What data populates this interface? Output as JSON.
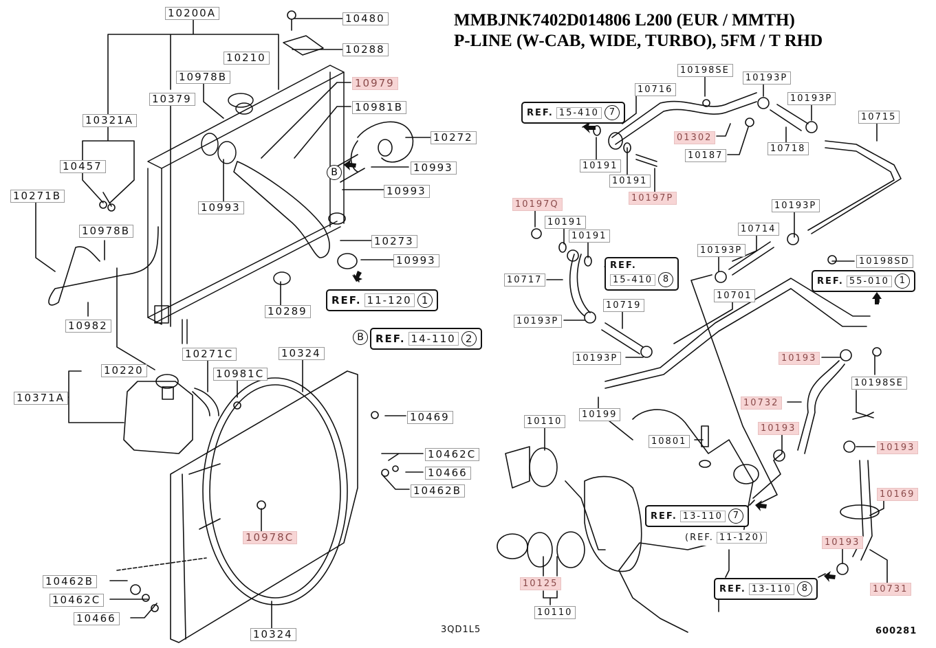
{
  "header": {
    "line1": "MMBJNK7402D014806 L200 (EUR / MMTH)",
    "line2": "P-LINE (W-CAB, WIDE, TURBO), 5FM / T RHD"
  },
  "colors": {
    "highlight_bg": "#f7d5d5",
    "highlight_text": "#8a4a4a",
    "line": "#111111"
  },
  "part_labels": [
    {
      "id": "10200A",
      "highlighted": false
    },
    {
      "id": "10480",
      "highlighted": false
    },
    {
      "id": "10288",
      "highlighted": false
    },
    {
      "id": "10210",
      "highlighted": false
    },
    {
      "id": "10978B",
      "highlighted": false
    },
    {
      "id": "10379",
      "highlighted": false
    },
    {
      "id": "10979",
      "highlighted": true
    },
    {
      "id": "10981B",
      "highlighted": false
    },
    {
      "id": "10321A",
      "highlighted": false
    },
    {
      "id": "10272",
      "highlighted": false
    },
    {
      "id": "10457",
      "highlighted": false
    },
    {
      "id": "10993",
      "highlighted": false
    },
    {
      "id": "10993",
      "highlighted": false
    },
    {
      "id": "10993",
      "highlighted": false
    },
    {
      "id": "10271B",
      "highlighted": false
    },
    {
      "id": "10978B",
      "highlighted": false
    },
    {
      "id": "10273",
      "highlighted": false
    },
    {
      "id": "10993",
      "highlighted": false
    },
    {
      "id": "10289",
      "highlighted": false
    },
    {
      "id": "10982",
      "highlighted": false
    },
    {
      "id": "10271C",
      "highlighted": false
    },
    {
      "id": "10324",
      "highlighted": false
    },
    {
      "id": "10220",
      "highlighted": false
    },
    {
      "id": "10981C",
      "highlighted": false
    },
    {
      "id": "10371A",
      "highlighted": false
    },
    {
      "id": "10469",
      "highlighted": false
    },
    {
      "id": "10462C",
      "highlighted": false
    },
    {
      "id": "10466",
      "highlighted": false
    },
    {
      "id": "10462B",
      "highlighted": false
    },
    {
      "id": "10978C",
      "highlighted": true
    },
    {
      "id": "10462B",
      "highlighted": false
    },
    {
      "id": "10462C",
      "highlighted": false
    },
    {
      "id": "10466",
      "highlighted": false
    },
    {
      "id": "10324",
      "highlighted": false
    },
    {
      "id": "10198SE",
      "highlighted": false
    },
    {
      "id": "10716",
      "highlighted": false
    },
    {
      "id": "10193P",
      "highlighted": false
    },
    {
      "id": "10193P",
      "highlighted": false
    },
    {
      "id": "10715",
      "highlighted": false
    },
    {
      "id": "01302",
      "highlighted": true
    },
    {
      "id": "10187",
      "highlighted": false
    },
    {
      "id": "10718",
      "highlighted": false
    },
    {
      "id": "10191",
      "highlighted": false
    },
    {
      "id": "10191",
      "highlighted": false
    },
    {
      "id": "10197P",
      "highlighted": true
    },
    {
      "id": "10197Q",
      "highlighted": true
    },
    {
      "id": "10191",
      "highlighted": false
    },
    {
      "id": "10191",
      "highlighted": false
    },
    {
      "id": "10193P",
      "highlighted": false
    },
    {
      "id": "10714",
      "highlighted": false
    },
    {
      "id": "10193P",
      "highlighted": false
    },
    {
      "id": "10717",
      "highlighted": false
    },
    {
      "id": "10198SD",
      "highlighted": false
    },
    {
      "id": "10701",
      "highlighted": false
    },
    {
      "id": "10719",
      "highlighted": false
    },
    {
      "id": "10193P",
      "highlighted": false
    },
    {
      "id": "10193P",
      "highlighted": false
    },
    {
      "id": "10193",
      "highlighted": true
    },
    {
      "id": "10198SE",
      "highlighted": false
    },
    {
      "id": "10732",
      "highlighted": true
    },
    {
      "id": "10199",
      "highlighted": false
    },
    {
      "id": "10110",
      "highlighted": false
    },
    {
      "id": "10801",
      "highlighted": false
    },
    {
      "id": "10193",
      "highlighted": true
    },
    {
      "id": "10193",
      "highlighted": true
    },
    {
      "id": "10169",
      "highlighted": true
    },
    {
      "id": "10193",
      "highlighted": true
    },
    {
      "id": "10125",
      "highlighted": true
    },
    {
      "id": "10731",
      "highlighted": true
    },
    {
      "id": "10110",
      "highlighted": false
    }
  ],
  "references": [
    {
      "prefix": "REF.",
      "num": "11-120",
      "circle": "1"
    },
    {
      "prefix": "REF.",
      "num": "14-110",
      "circle": "2",
      "marker": "B"
    },
    {
      "prefix": "REF.",
      "num": "15-410",
      "circle": "7"
    },
    {
      "prefix": "REF.",
      "num": "15-410",
      "circle": "8"
    },
    {
      "prefix": "REF.",
      "num": "55-010",
      "circle": "1"
    },
    {
      "prefix": "REF.",
      "num": "13-110",
      "circle": "7"
    },
    {
      "prefix": "(REF.",
      "num": "11-120)",
      "circle": ""
    },
    {
      "prefix": "REF.",
      "num": "13-110",
      "circle": "8"
    }
  ],
  "markers": {
    "b_marker": "B"
  },
  "codes": {
    "left_diagram": "3QD1L5",
    "right_diagram": "600281"
  }
}
